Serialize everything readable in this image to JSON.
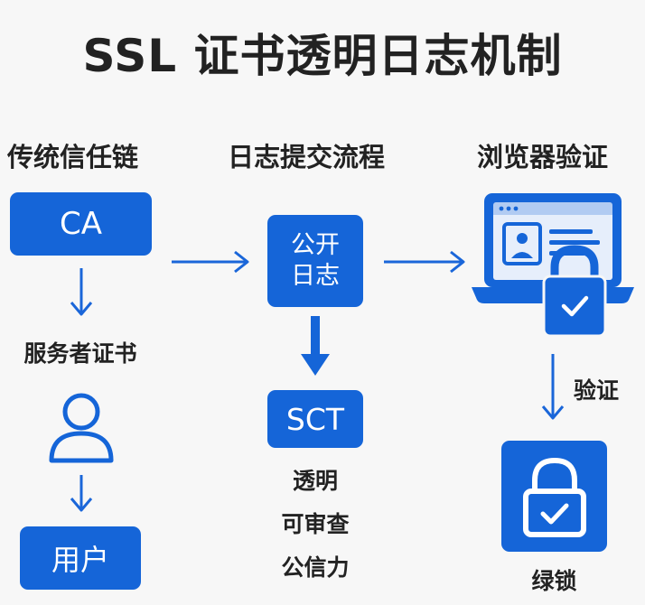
{
  "title": "SSL 证书透明日志机制",
  "columns": {
    "left": "传统信任链",
    "middle": "日志提交流程",
    "right": "浏览器验证"
  },
  "left": {
    "ca_box": "CA",
    "server_cert_label": "服务者证书",
    "user_box": "用户"
  },
  "middle": {
    "public_log_line1": "公开",
    "public_log_line2": "日志",
    "sct_box": "SCT",
    "benefits": [
      "透明",
      "可审查",
      "公信力"
    ]
  },
  "right": {
    "verify_label": "验证",
    "green_lock_label": "绿锁"
  },
  "colors": {
    "accent": "#1565d8",
    "arrow": "#1a66d9",
    "text": "#222222",
    "background": "#f7f7f7"
  }
}
